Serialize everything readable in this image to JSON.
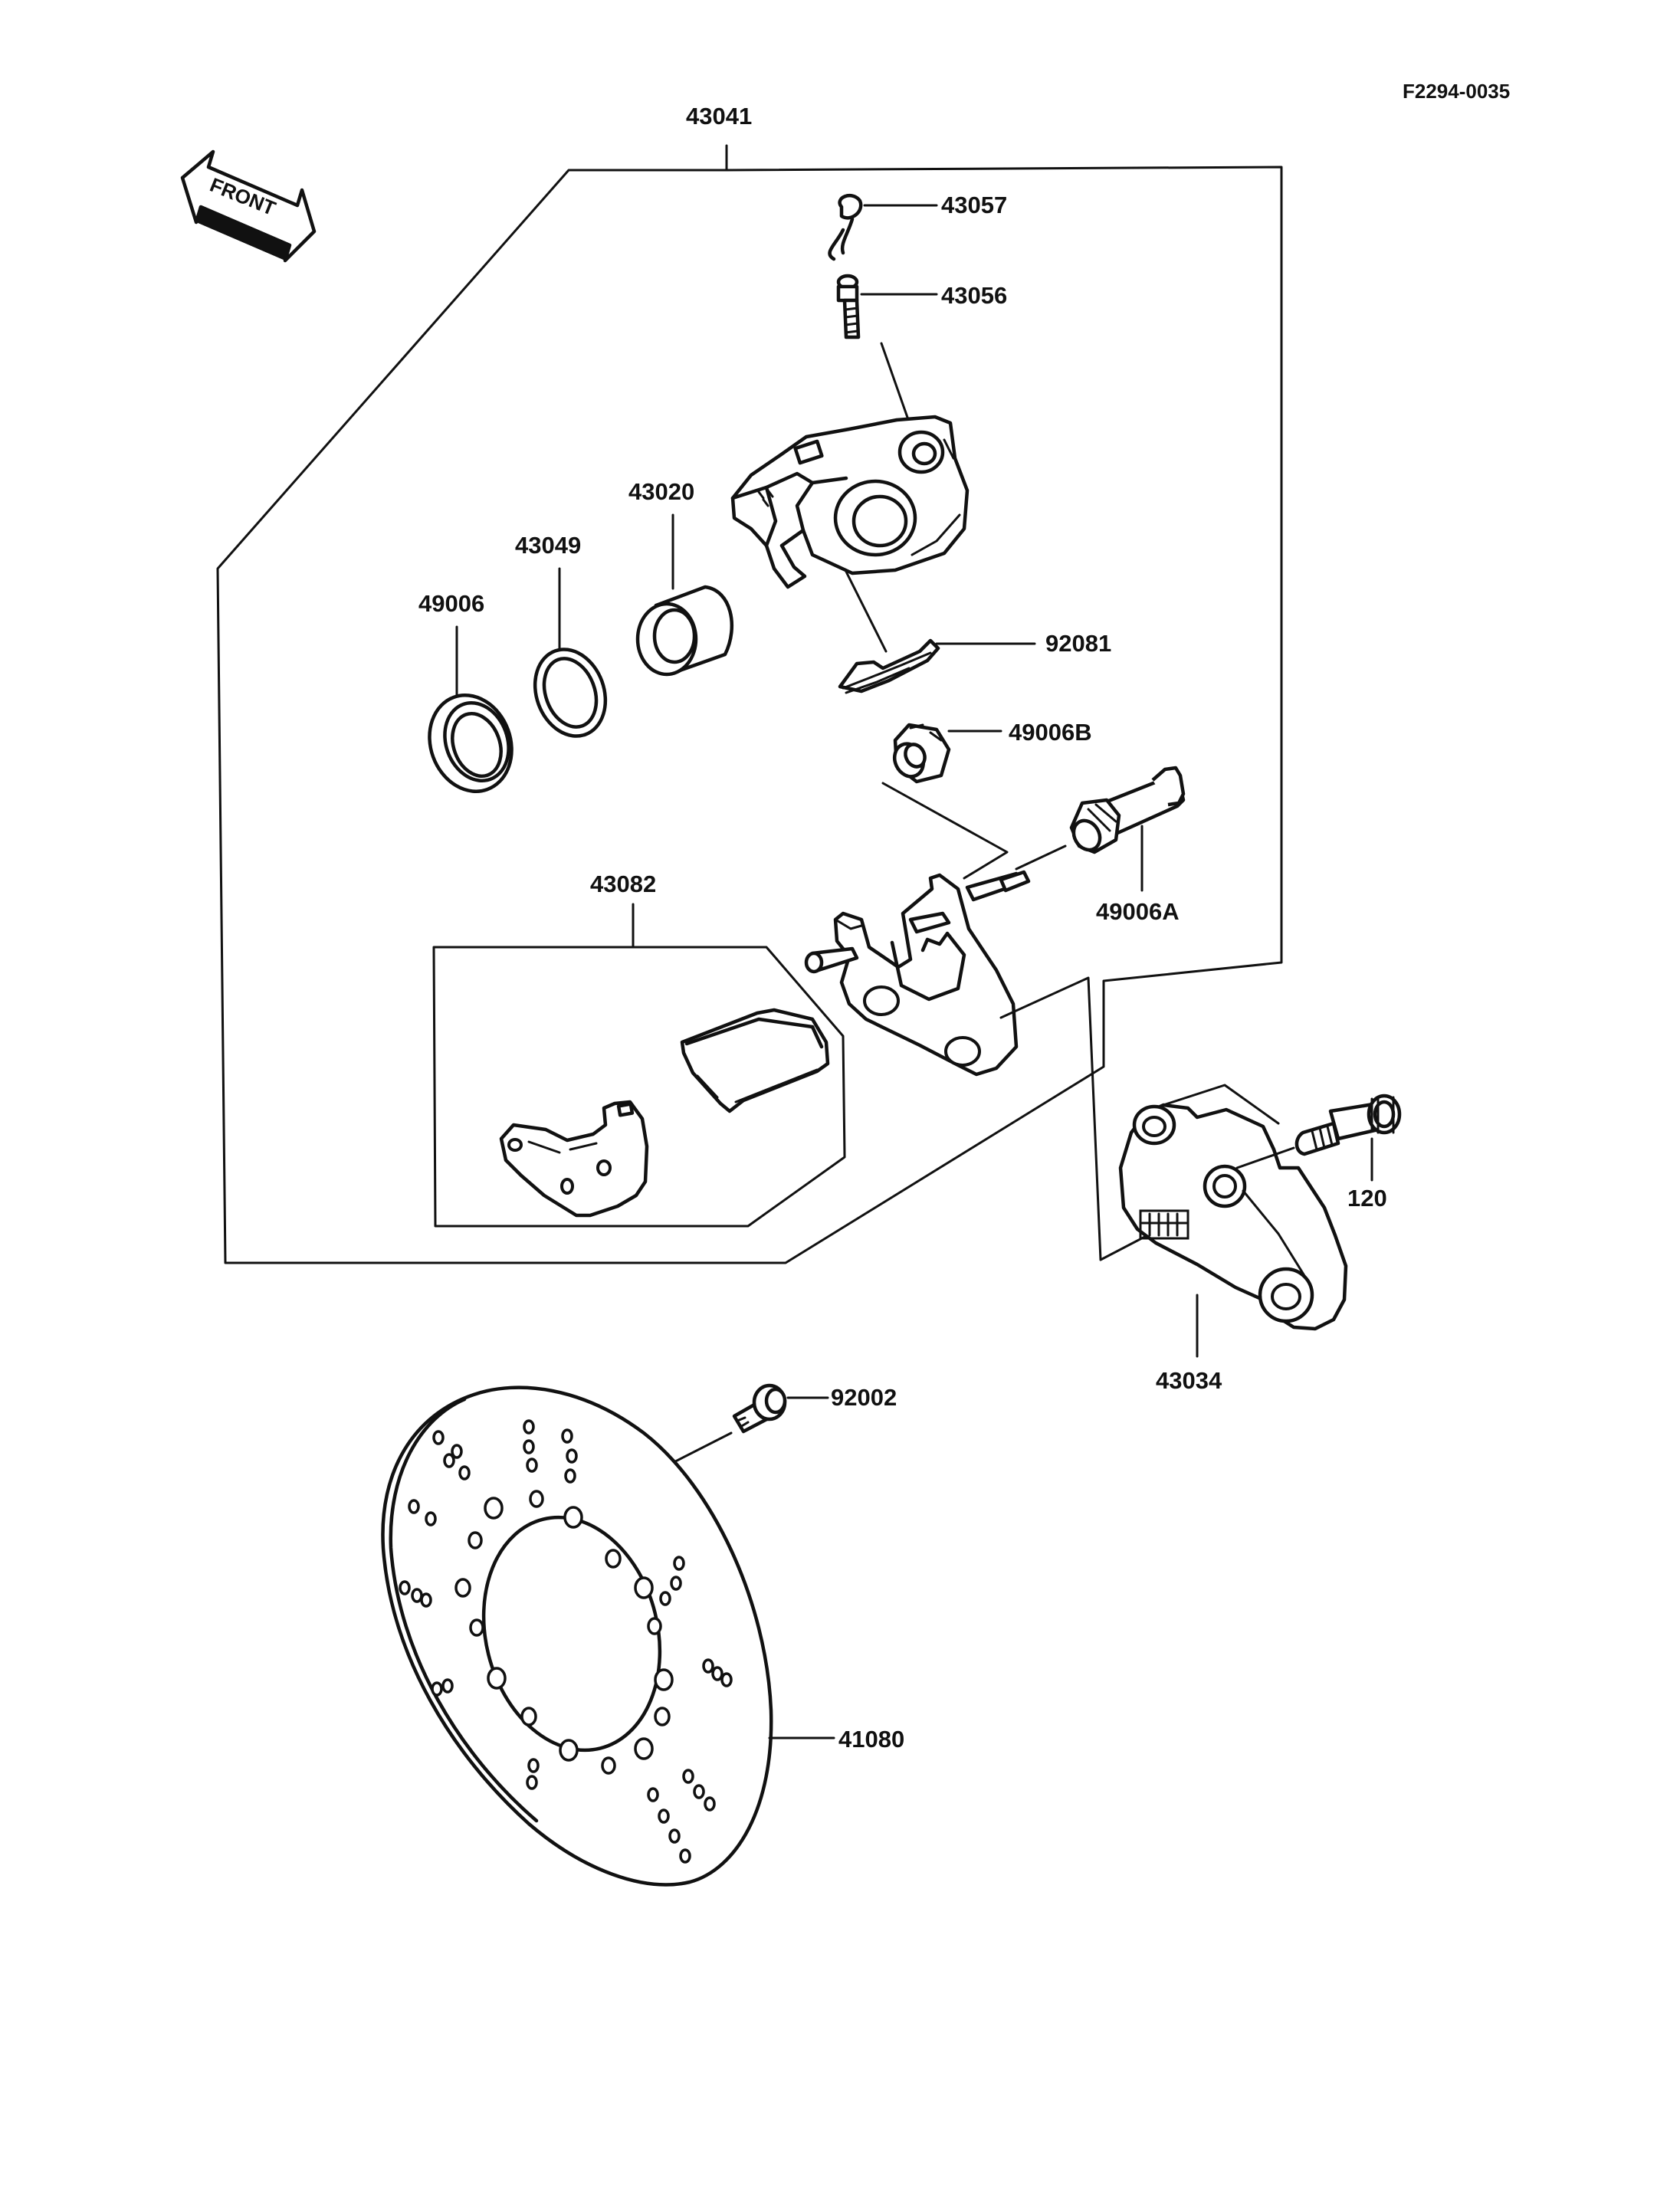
{
  "diagram_code": "F2294-0035",
  "front_arrow_text": "FRONT",
  "labels": {
    "assembly": "43041",
    "banjo_cap": "43057",
    "bleed_valve": "43056",
    "piston": "43020",
    "piston_seal": "43049",
    "dust_seal": "49006",
    "pad_spring": "92081",
    "boot_b": "49006B",
    "boot_a": "49006A",
    "pads": "43082",
    "bolt_120": "120",
    "bracket": "43034",
    "disc_bolt": "92002",
    "disc": "41080"
  }
}
